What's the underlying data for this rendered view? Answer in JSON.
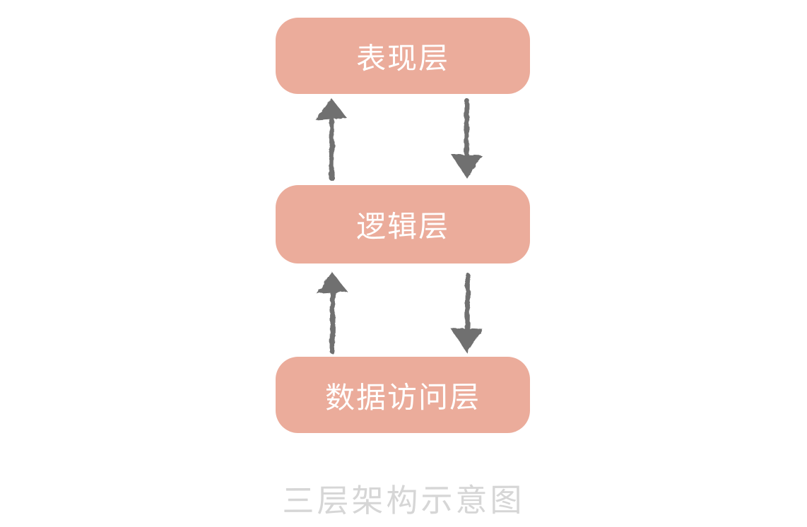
{
  "diagram": {
    "caption": "三层架构示意图",
    "layers": [
      {
        "id": "presentation",
        "label": "表现层"
      },
      {
        "id": "logic",
        "label": "逻辑层"
      },
      {
        "id": "data-access",
        "label": "数据访问层"
      }
    ],
    "connections": [
      {
        "from": "逻辑层",
        "to": "表现层",
        "direction": "up"
      },
      {
        "from": "表现层",
        "to": "逻辑层",
        "direction": "down"
      },
      {
        "from": "数据访问层",
        "to": "逻辑层",
        "direction": "up"
      },
      {
        "from": "逻辑层",
        "to": "数据访问层",
        "direction": "down"
      }
    ],
    "colors": {
      "background": "#FFFFFF",
      "box_fill": "#EBAC9B",
      "box_text": "#FFFFFF",
      "arrow": "#6F6F6F",
      "caption_text": "#D6D6D6"
    }
  }
}
